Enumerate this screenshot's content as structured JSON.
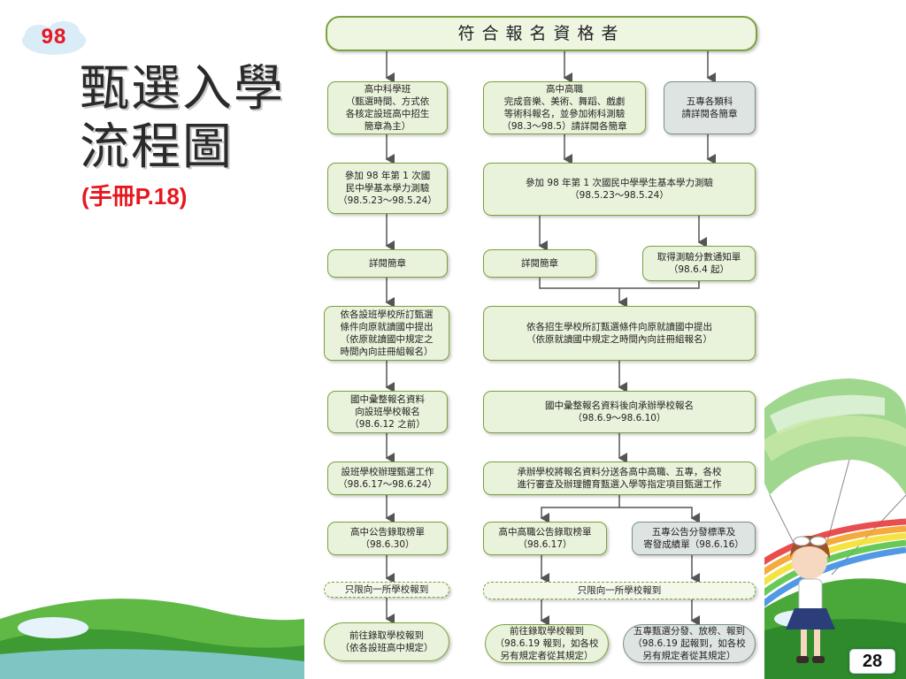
{
  "badge": {
    "year": "98"
  },
  "title": {
    "line1": "甄選入學",
    "line2": "流程圖",
    "subtitle": "(手冊P.18)"
  },
  "header": "符合報名資格者",
  "left_column": [
    "高中科學班\n（甄選時間、方式依\n各核定設班高中招生\n簡章為主）",
    "參加 98 年第 1 次國\n民中學基本學力測驗\n（98.5.23～98.5.24）",
    "詳閱簡章",
    "依各設班學校所訂甄選\n條件向原就讀國中提出\n（依原就讀國中規定之\n時間內向註冊組報名）",
    "國中彙整報名資料\n向設班學校報名\n（98.6.12 之前）",
    "設班學校辦理甄選工作\n（98.6.17～98.6.24）",
    "高中公告錄取榜單\n（98.6.30）",
    "只限向一所學校報到",
    "前往錄取學校報到\n（依各設班高中規定）"
  ],
  "right_column": {
    "vocational": "高中高職\n完成音樂、美術、舞蹈、戲劇\n等術科報名，並參加術科測驗\n（98.3～98.5）請詳閱各簡章",
    "five_year": "五專各類科\n請詳閱各簡章",
    "exam": "參加 98 年第 1 次國民中學學生基本學力測驗\n（98.5.23～98.5.24）",
    "read_brochure": "詳閱簡章",
    "score_notice": "取得測驗分數通知單\n（98.6.4 起）",
    "apply_school": "依各招生學校所訂甄選條件向原就讀國中提出\n（依原就讀國中規定之時間內向註冊組報名）",
    "compile": "國中彙整報名資料後向承辦學校報名\n（98.6.9～98.6.10）",
    "review": "承辦學校將報名資料分送各高中高職、五專，各校\n進行審查及辦理體育甄選入學等指定項目甄選工作",
    "hs_announce": "高中高職公告錄取榜單\n（98.6.17）",
    "fy_announce": "五專公告分發標準及\n寄發成績單（98.6.16）",
    "only_one": "只限向一所學校報到",
    "hs_report": "前往錄取學校報到\n（98.6.19 報到，如各校\n另有規定者從其規定）",
    "fy_report": "五專甄選分發、放榜、報到\n（98.6.19 起報到，如各校\n另有規定者從其規定）"
  },
  "page_number": "28",
  "colors": {
    "box_fill": "#e9f2da",
    "box_border": "#7aa23d",
    "gray_fill": "#dde4e1",
    "arrow": "#555555",
    "badge_text": "#e8161f",
    "subtitle": "#e8161f"
  }
}
